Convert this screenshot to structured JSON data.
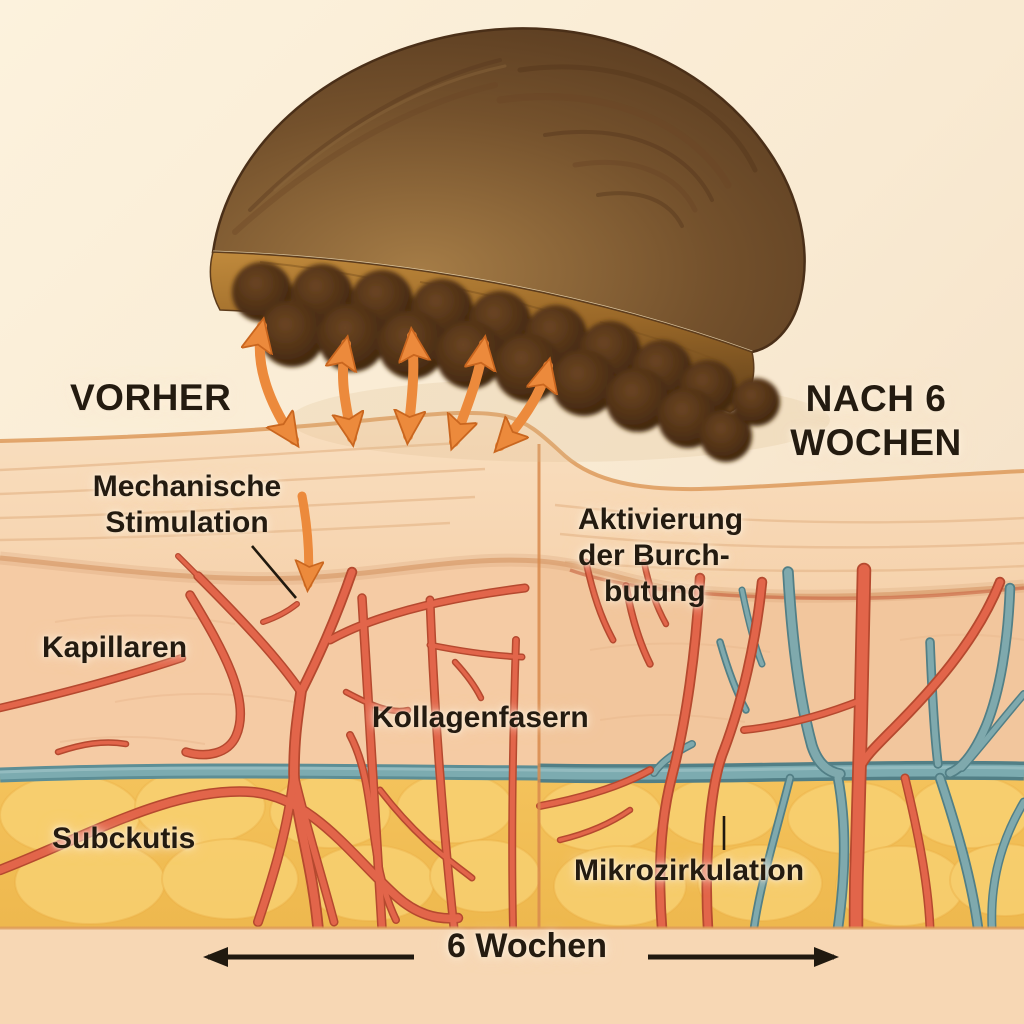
{
  "panels": {
    "vorher": {
      "title": "VORHER"
    },
    "nach": {
      "title_lines": [
        "NACH 6",
        "WOCHEN"
      ]
    }
  },
  "labels": {
    "mechanische": {
      "lines": [
        "Mechanische",
        "Stimulation"
      ]
    },
    "kapillaren": {
      "text": "Kapillaren"
    },
    "kollagenfasern": {
      "text": "Kollagenfasern"
    },
    "subckutis": {
      "text": "Subckutis"
    },
    "aktivierung": {
      "lines": [
        "Aktivierung",
        "der Burch-",
        "butung"
      ]
    },
    "mikrozirkulation": {
      "text": "Mikrozirkulation"
    }
  },
  "timeline": {
    "label": "6 Wochen"
  },
  "icons": {
    "stimulation_arrow": "double-headed-vertical-arrow",
    "timeline_arrow_left": "arrow-left",
    "timeline_arrow_right": "arrow-right"
  },
  "colors": {
    "background_cream": "#fbf0da",
    "epidermis": "#f8dab8",
    "dermis": "#f5cba4",
    "subcutis_yellow": "#f3c05a",
    "bottom_band": "#f7d7b4",
    "layer_boundary_teal": "#7aa6ab",
    "vessel_red": "#dd6147",
    "vessel_teal": "#7fa9ad",
    "arrow_orange": "#ec8a3c",
    "wood_brown": "#6e4c28",
    "bristle_brown": "#a9732e",
    "nub_brown": "#4b2d12",
    "text": "#241b10"
  }
}
